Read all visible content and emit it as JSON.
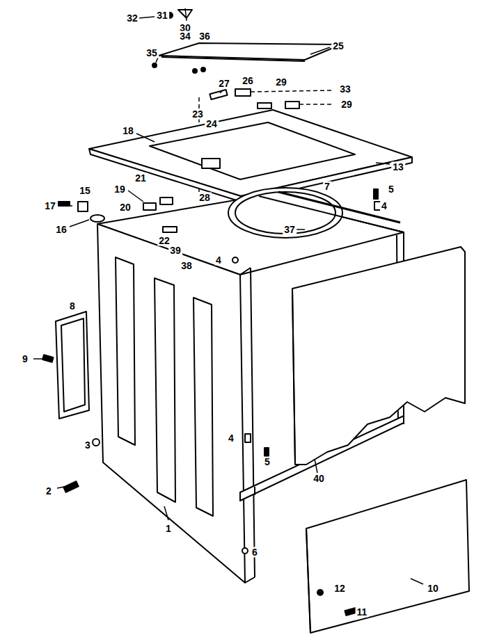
{
  "diagram": {
    "labels": [
      "32",
      "31",
      "30",
      "25",
      "34",
      "36",
      "35",
      "27",
      "26",
      "29",
      "33",
      "29",
      "23",
      "24",
      "18",
      "13",
      "21",
      "19",
      "15",
      "17",
      "20",
      "28",
      "7",
      "5",
      "4",
      "16",
      "22",
      "39",
      "37",
      "38",
      "4",
      "8",
      "9",
      "4",
      "5",
      "3",
      "2",
      "40",
      "1",
      "6",
      "12",
      "10",
      "11"
    ]
  }
}
